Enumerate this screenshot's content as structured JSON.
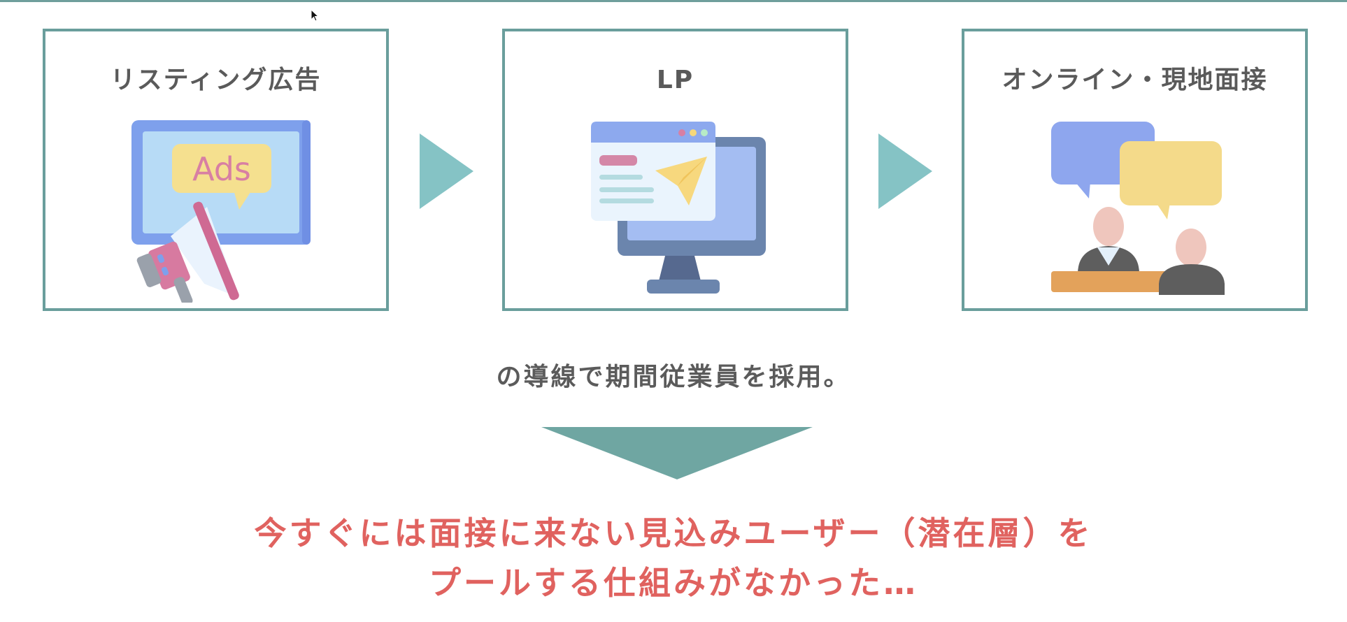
{
  "colors": {
    "frame_teal": "#6a9e9c",
    "arrow_light_teal": "#85c3c5",
    "arrow_dark_teal": "#6fa6a2",
    "title_gray": "#5a5a5a",
    "accent_red": "#e0625f"
  },
  "flow": {
    "steps": [
      {
        "title": "リスティング広告",
        "icon": "ads-megaphone-icon",
        "icon_text": "Ads"
      },
      {
        "title": "LP",
        "icon": "landing-page-monitor-icon"
      },
      {
        "title": "オンライン・現地面接",
        "icon": "interview-chat-icon"
      }
    ],
    "connectors": [
      "arrow-right",
      "arrow-right"
    ]
  },
  "caption": "の導線で期間従業員を採用。",
  "conclusion": {
    "line1": "今すぐには面接に来ない見込みユーザー（潜在層）を",
    "line2": "プールする仕組みがなかった…"
  }
}
